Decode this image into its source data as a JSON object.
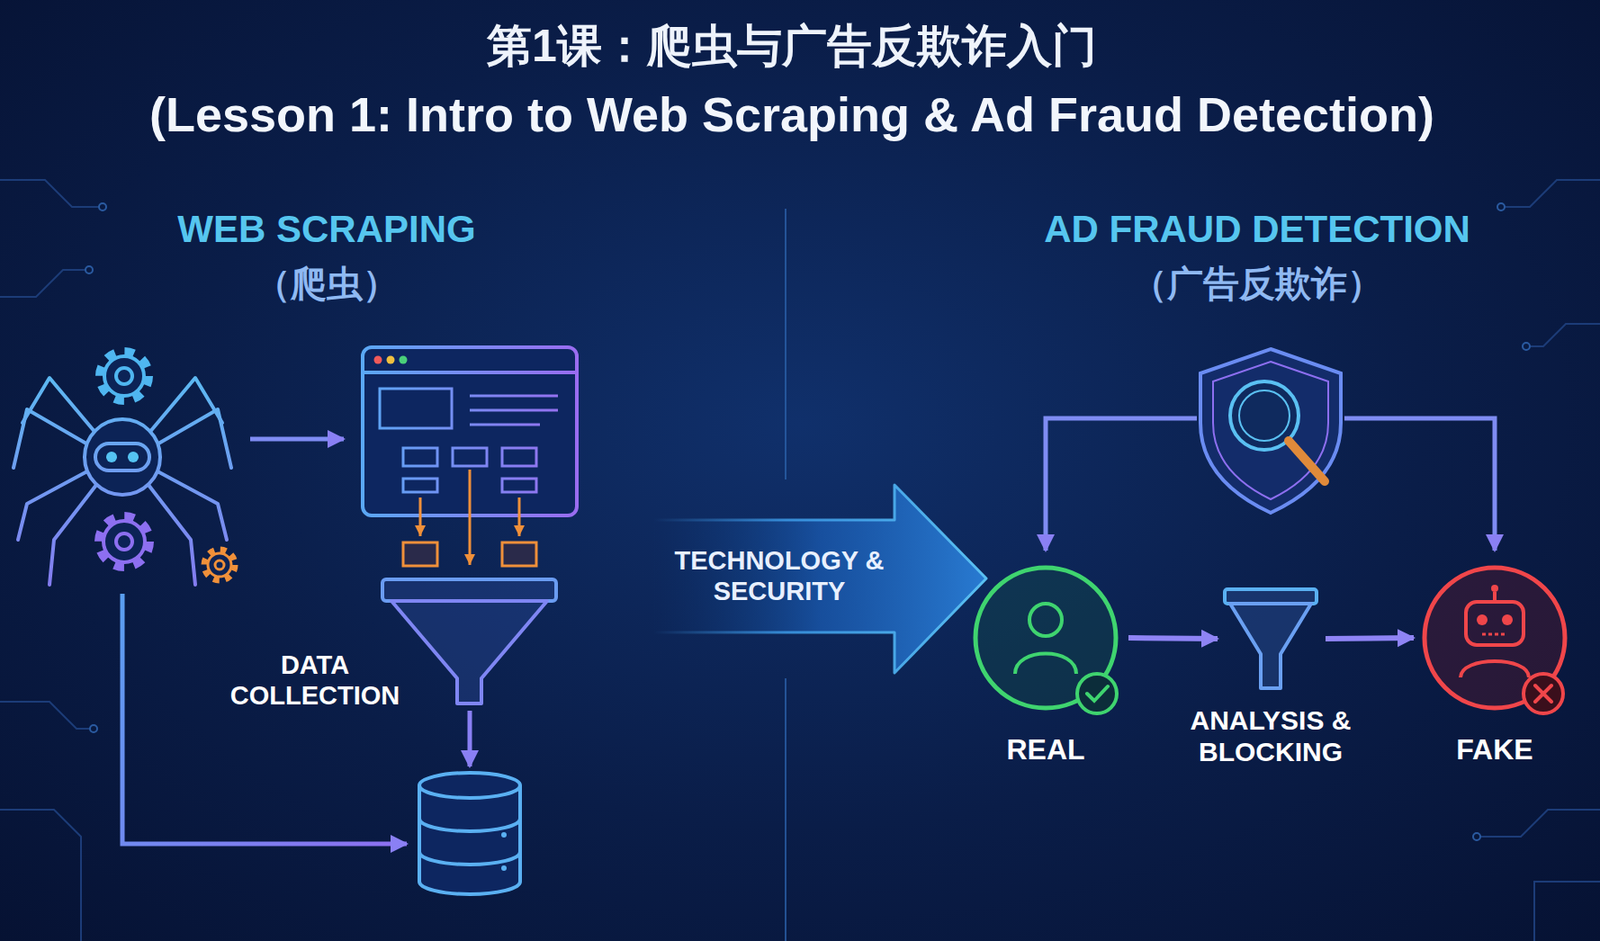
{
  "diagram": {
    "title": "第1课：爬虫与广告反欺诈入门",
    "nodes": [
      {
        "text": [
          "DATA COLLECTION"
        ]
      },
      {
        "text": [
          "TECHNOLOGY & SECURITY"
        ]
      },
      {
        "text": [
          "REAL"
        ]
      },
      {
        "text": [
          "ANALYSIS & BLOCKING"
        ]
      },
      {
        "text": [
          "FAKE"
        ]
      }
    ],
    "edges": [
      {
        "from": 2,
        "to": 3,
        "arrow": "to"
      },
      {
        "from": 3,
        "to": 4,
        "arrow": "to"
      }
    ],
    "labels": [
      "(Lesson 1: Intro to Web Scraping & Ad Fraud Detection)",
      "WEB SCRAPING",
      "（爬虫）",
      "AD FRAUD DETECTION",
      "（广告反欺诈）"
    ]
  }
}
